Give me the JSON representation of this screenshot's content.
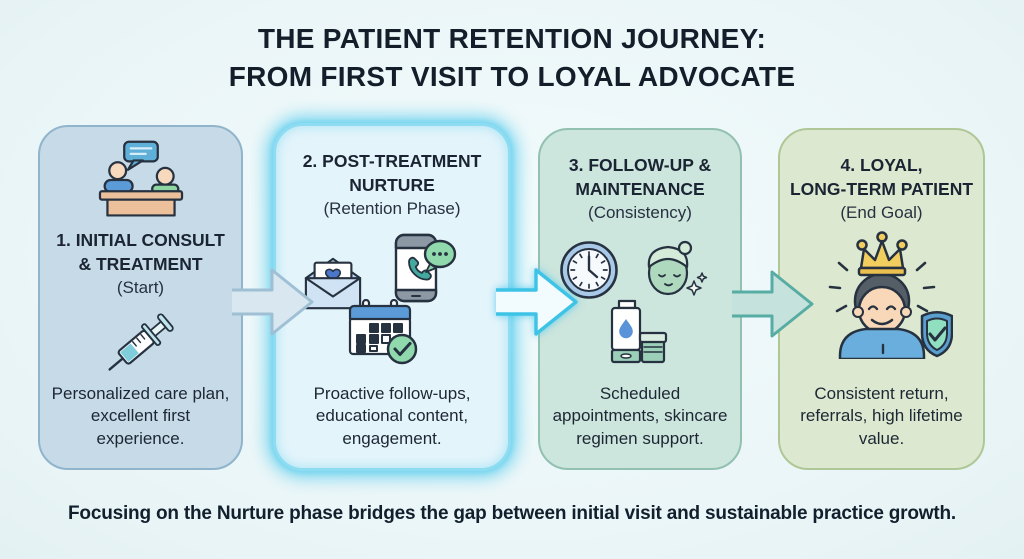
{
  "title": {
    "line1": "THE PATIENT RETENTION JOURNEY:",
    "line2": "FROM FIRST VISIT TO LOYAL ADVOCATE"
  },
  "cards": [
    {
      "id": "initial-consult-treatment",
      "heading": "1. INITIAL CONSULT\n& TREATMENT",
      "subtitle": "(Start)",
      "body": "Personalized care plan, excellent first experience.",
      "icons": [
        "consultation-desk-icon",
        "syringe-icon"
      ],
      "bg": "#c6dae8",
      "border": "#8fb4cb",
      "highlighted": false
    },
    {
      "id": "post-treatment-nurture",
      "heading": "2. POST-TREATMENT\nNURTURE",
      "subtitle": "(Retention Phase)",
      "body": "Proactive follow-ups, educational content, engagement.",
      "icons": [
        "envelope-heart-icon",
        "phone-chat-icon",
        "calendar-check-icon"
      ],
      "bg": "#e4f4fb",
      "border": "#8edcf2",
      "highlighted": true
    },
    {
      "id": "follow-up-maintenance",
      "heading": "3. FOLLOW-UP &\nMAINTENANCE",
      "subtitle": "(Consistency)",
      "body": "Scheduled appointments, skincare regimen support.",
      "icons": [
        "clock-icon",
        "spa-face-icon",
        "skincare-products-icon"
      ],
      "bg": "#cce5dd",
      "border": "#92c0b1",
      "highlighted": false
    },
    {
      "id": "loyal-long-term-patient",
      "heading": "4. LOYAL,\nLONG-TERM PATIENT",
      "subtitle": "(End Goal)",
      "body": "Consistent return, referrals, high lifetime value.",
      "icons": [
        "loyal-patient-crown-icon",
        "shield-check-icon"
      ],
      "bg": "#dce9d0",
      "border": "#afc796",
      "highlighted": false
    }
  ],
  "arrows": [
    {
      "id": "arrow-1",
      "fill": "#d9e7f0",
      "stroke": "#9fc0d4"
    },
    {
      "id": "arrow-2",
      "fill": "#f2fbfe",
      "stroke": "#3ec3e6"
    },
    {
      "id": "arrow-3",
      "fill": "#c6e2dc",
      "stroke": "#57aca4"
    }
  ],
  "footer": {
    "text": "Focusing on the Nurture phase bridges the gap between initial visit and sustainable practice growth."
  },
  "colors": {
    "background": "#ebf6f8",
    "highlight_glow": "#42c6eb",
    "heading_text": "#1b2432",
    "body_text": "#1d2734"
  }
}
